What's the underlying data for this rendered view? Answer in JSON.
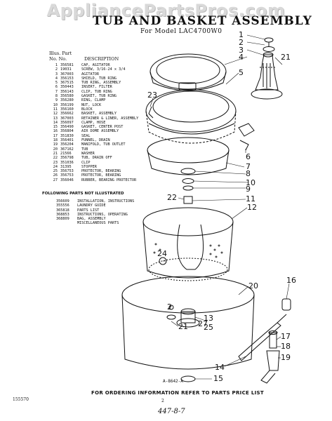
{
  "watermark": "AppliancePartsPros.com",
  "title": "TUB AND BASKET ASSEMBLY",
  "model": "For Model LAC4700W0",
  "parts_header": {
    "col1": "Illus. Part",
    "col2": "No.    No.",
    "col3": "DESCRIPTION"
  },
  "parts": [
    {
      "id": "1",
      "pn": "356581",
      "desc": "CAP, AGITATOR"
    },
    {
      "id": "2",
      "pn": "19031",
      "desc": "SCREW, 3/16-24 x 3/4"
    },
    {
      "id": "3",
      "pn": "367003",
      "desc": "AGITATOR"
    },
    {
      "id": "4",
      "pn": "356153",
      "desc": "SHIELD, TUB RING"
    },
    {
      "id": "5",
      "pn": "367515",
      "desc": "TUB RING, ASSEMBLY"
    },
    {
      "id": "6",
      "pn": "350443",
      "desc": "INSERT, FILTER"
    },
    {
      "id": "7",
      "pn": "356143",
      "desc": "CLIP, TUB RING"
    },
    {
      "id": "8",
      "pn": "356580",
      "desc": "GASKET, TUB RING"
    },
    {
      "id": "9",
      "pn": "356280",
      "desc": "RING, CLAMP"
    },
    {
      "id": "10",
      "pn": "356199",
      "desc": "NUT, LOCK"
    },
    {
      "id": "11",
      "pn": "356160",
      "desc": "BLOCK"
    },
    {
      "id": "12",
      "pn": "356662",
      "desc": "BASKET, ASSEMBLY"
    },
    {
      "id": "13",
      "pn": "367003",
      "desc": "RETAINER & LINER, ASSEMBLY"
    },
    {
      "id": "14",
      "pn": "356097",
      "desc": "CLAMP, HOSE"
    },
    {
      "id": "15",
      "pn": "356490",
      "desc": "GASKET, CENTER POST"
    },
    {
      "id": "16",
      "pn": "356804",
      "desc": "AIR DOME ASSEMBLY"
    },
    {
      "id": "17",
      "pn": "351830",
      "desc": "SEAL"
    },
    {
      "id": "18",
      "pn": "356401",
      "desc": "FUNNEL, DRAIN"
    },
    {
      "id": "19",
      "pn": "356204",
      "desc": "MANIFOLD, TUB OUTLET"
    },
    {
      "id": "20",
      "pn": "367162",
      "desc": "TUB"
    },
    {
      "id": "21",
      "pn": "21566",
      "desc": "WASHER"
    },
    {
      "id": "22",
      "pn": "356798",
      "desc": "TUB, DRAIN OFF"
    },
    {
      "id": "23",
      "pn": "351036",
      "desc": "CLIP"
    },
    {
      "id": "24",
      "pn": "31395",
      "desc": "STOPPER"
    },
    {
      "id": "25",
      "pn": "356753",
      "desc": "PROTECTOR, BEARING"
    },
    {
      "id": "26",
      "pn": "356753",
      "desc": "PROTECTOR, BEARING"
    },
    {
      "id": "27",
      "pn": "356046",
      "desc": "RUBBER, BEARING PROTECTOR"
    }
  ],
  "following_label": "FOLLOWING PARTS NOT ILLUSTRATED",
  "not_illustrated": [
    {
      "pn": "356609",
      "desc": "INSTALLATION, INSTRUCTIONS"
    },
    {
      "pn": "355556",
      "desc": "LAUNDRY GUIDE"
    },
    {
      "pn": "365818",
      "desc": "PARTS LIST"
    },
    {
      "pn": "368853",
      "desc": "INSTRUCTIONS, OPERATING"
    },
    {
      "pn": "368809",
      "desc": "BAG, ASSEMBLY"
    },
    {
      "pn": "",
      "desc": "MISCELLANEOUS PARTS"
    }
  ],
  "callouts": {
    "c1": "1",
    "c2": "2",
    "c3": "3",
    "c4": "4",
    "c21a": "21",
    "c5": "5",
    "c23": "23",
    "c6": "6",
    "c7": "7",
    "c8": "8",
    "c10": "10",
    "c9": "9",
    "c22": "22",
    "c11": "11",
    "c12": "12",
    "c24": "24",
    "c20": "20",
    "c16": "16",
    "c2b": "2",
    "c13": "13",
    "c27": "27",
    "c25": "25",
    "c21b": "21",
    "c17": "17",
    "c18": "18",
    "c19": "19",
    "c14": "14",
    "c15": "15"
  },
  "drawing_number": "A-8642-A",
  "footer": "FOR ORDERING INFORMATION REFER TO PARTS PRICE LIST",
  "left_code": "155570",
  "page_number": "2",
  "handwritten": "447-8-7"
}
